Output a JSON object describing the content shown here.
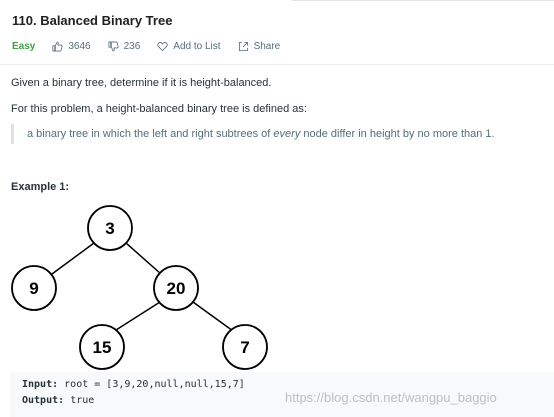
{
  "problem": {
    "title": "110. Balanced Binary Tree",
    "difficulty": "Easy",
    "difficulty_color": "#43a047",
    "likes": "3646",
    "dislikes": "236",
    "add_to_list_label": "Add to List",
    "share_label": "Share"
  },
  "description": {
    "para1": "Given a binary tree, determine if it is height-balanced.",
    "para2": "For this problem, a height-balanced binary tree is defined as:",
    "quote_before": "a binary tree in which the left and right subtrees of ",
    "quote_emph": "every",
    "quote_after": " node differ in height by no more than 1."
  },
  "example": {
    "title": "Example 1:",
    "tree_nodes": [
      "3",
      "9",
      "20",
      "15",
      "7"
    ],
    "input_label": "Input:",
    "input_value": "root = [3,9,20,null,null,15,7]",
    "output_label": "Output:",
    "output_value": "true"
  },
  "watermark": "https://blog.csdn.net/wangpu_baggio",
  "icons": {
    "like": "thumbs-up-icon",
    "dislike": "thumbs-down-icon",
    "add_to_list": "heart-icon",
    "share": "share-icon"
  }
}
